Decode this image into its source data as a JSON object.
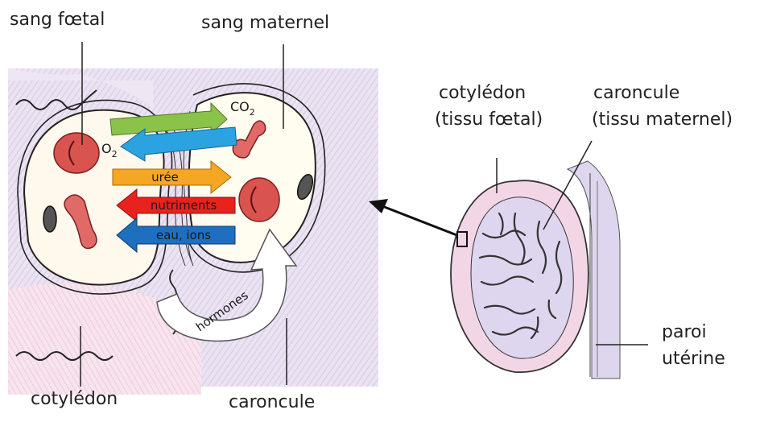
{
  "labels": {
    "sang_foetal": "sang fœtal",
    "sang_maternel": "sang maternel",
    "cotyledon_tissu": [
      "cotylédon",
      "(tissu fœtal)"
    ],
    "caroncule_tissu": [
      "caroncule",
      "(tissu maternel)"
    ],
    "paroi_uterine": [
      "paroi",
      "utérine"
    ],
    "cotyledon_bottom": "cotylédon",
    "caroncule_bottom": "caroncule"
  },
  "exchanges": {
    "co2": {
      "base": "CO",
      "sub": "2"
    },
    "o2": {
      "base": "O",
      "sub": "2"
    },
    "uree": "urée",
    "nutriments": "nutriments",
    "eau_ions": "eau, ions",
    "hormones": "hormones"
  },
  "colors": {
    "green_arrow": "#8bc34a",
    "blue_arrow": "#2ba3e0",
    "orange_arrow": "#f5a623",
    "red_arrow": "#e8221d",
    "dark_blue_arrow": "#1f6fbf",
    "blood_cell": "#d9534f",
    "tissue_pink": "#f3d6e6",
    "tissue_lilac": "#ddd6ee"
  }
}
